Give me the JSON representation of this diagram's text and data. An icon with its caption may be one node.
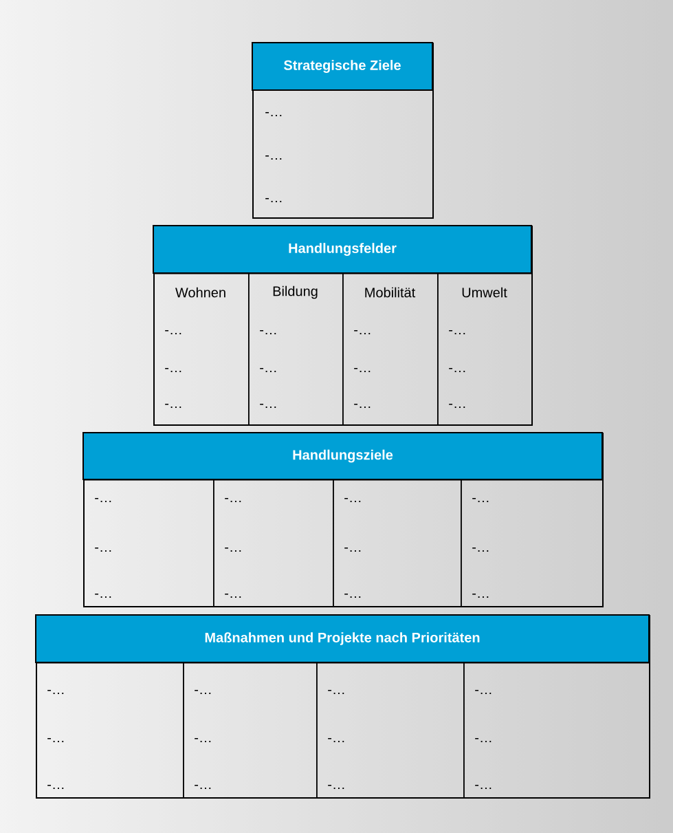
{
  "diagram": {
    "nodes": [
      {
        "text": [
          "Strategische Ziele",
          "-…",
          "-…",
          "-…"
        ]
      },
      {
        "text": [
          "Handlungsfelder"
        ]
      },
      {
        "text": [
          "Wohnen",
          "-…",
          "-…",
          "-…"
        ],
        "in": 1
      },
      {
        "text": [
          "Bildung",
          "-…",
          "-…",
          "-…"
        ],
        "in": 1
      },
      {
        "text": [
          "Mobilität",
          "-…",
          "-…",
          "-…"
        ],
        "in": 1
      },
      {
        "text": [
          "Umwelt",
          "-…",
          "-…",
          "-…"
        ],
        "in": 1
      },
      {
        "text": [
          "Handlungsziele"
        ]
      },
      {
        "text": [
          "-…",
          "-…",
          "-…"
        ],
        "in": 6
      },
      {
        "text": [
          "-…",
          "-…",
          "-…"
        ],
        "in": 6
      },
      {
        "text": [
          "-…",
          "-…",
          "-…"
        ],
        "in": 6
      },
      {
        "text": [
          "-…",
          "-…",
          "-…"
        ],
        "in": 6
      },
      {
        "text": [
          "Maßnahmen und Projekte nach Prioritäten"
        ]
      },
      {
        "text": [
          "-…",
          "-…",
          "-…"
        ],
        "in": 11
      },
      {
        "text": [
          "-…",
          "-…",
          "-…"
        ],
        "in": 11
      },
      {
        "text": [
          "-…",
          "-…",
          "-…"
        ],
        "in": 11
      },
      {
        "text": [
          "-…",
          "-…",
          "-…"
        ],
        "in": 11
      }
    ]
  }
}
